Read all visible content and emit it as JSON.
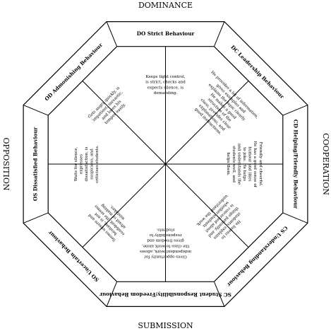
{
  "axes": {
    "top": "DOMINANCE",
    "bottom": "SUBMISSION",
    "left": "OPPOSITION",
    "right": "COOPERATION"
  },
  "sectors": [
    {
      "id": "DC",
      "band_label": "DC Leadership Behaviour",
      "description": [
        "He provides a lot of information,",
        "gives examples and",
        "explains the topic clearly.",
        "He makes a good",
        "structure of the",
        "class, provides clear",
        "explanations, and",
        "good instructions."
      ]
    },
    {
      "id": "CD",
      "band_label": "CD Helping/Friendly Behaviour",
      "description": [
        "Friendly and cheerful.",
        "He has a good sense of",
        "humour and likes",
        "to joke. He helps",
        "and understands the",
        "students well, and",
        "helps them."
      ]
    },
    {
      "id": "CS",
      "band_label": "CS Understanding Behaviour",
      "description": [
        "He listens to",
        "students, explains",
        "things patiently, and",
        "is concerned about",
        "whether students",
        "understand the work."
      ]
    },
    {
      "id": "SC",
      "band_label": "SC Student Responsibility/Freedom Behaviour",
      "description": [
        "Gives opportunity for",
        "independent work, allows",
        "the class to work alone,",
        "gives freedom and",
        "responsibility to",
        "students."
      ]
    },
    {
      "id": "SO",
      "band_label": "SO Uncertain Behaviour",
      "description": [
        "Seems unsure and",
        "hesitant, is not",
        "confident. He seems",
        "afraid of making",
        "mistakes."
      ]
    },
    {
      "id": "OS",
      "band_label": "OS Dissatisfied Behaviour",
      "description": [
        "Waits for silence,",
        "expresses",
        "dissatisfaction, is",
        "suspicious, and",
        "criticises students."
      ]
    },
    {
      "id": "OD",
      "band_label": "OD Admonishing Behaviour",
      "description": [
        "Gets angry quickly, is",
        "impatient, sarcastic,",
        "and loses his",
        "temper easily."
      ]
    },
    {
      "id": "DO",
      "band_label": "DO Strict Behaviour",
      "description": [
        "Keeps tight control,",
        "is strict, checks and",
        "expects silence, is",
        "demanding."
      ]
    }
  ]
}
